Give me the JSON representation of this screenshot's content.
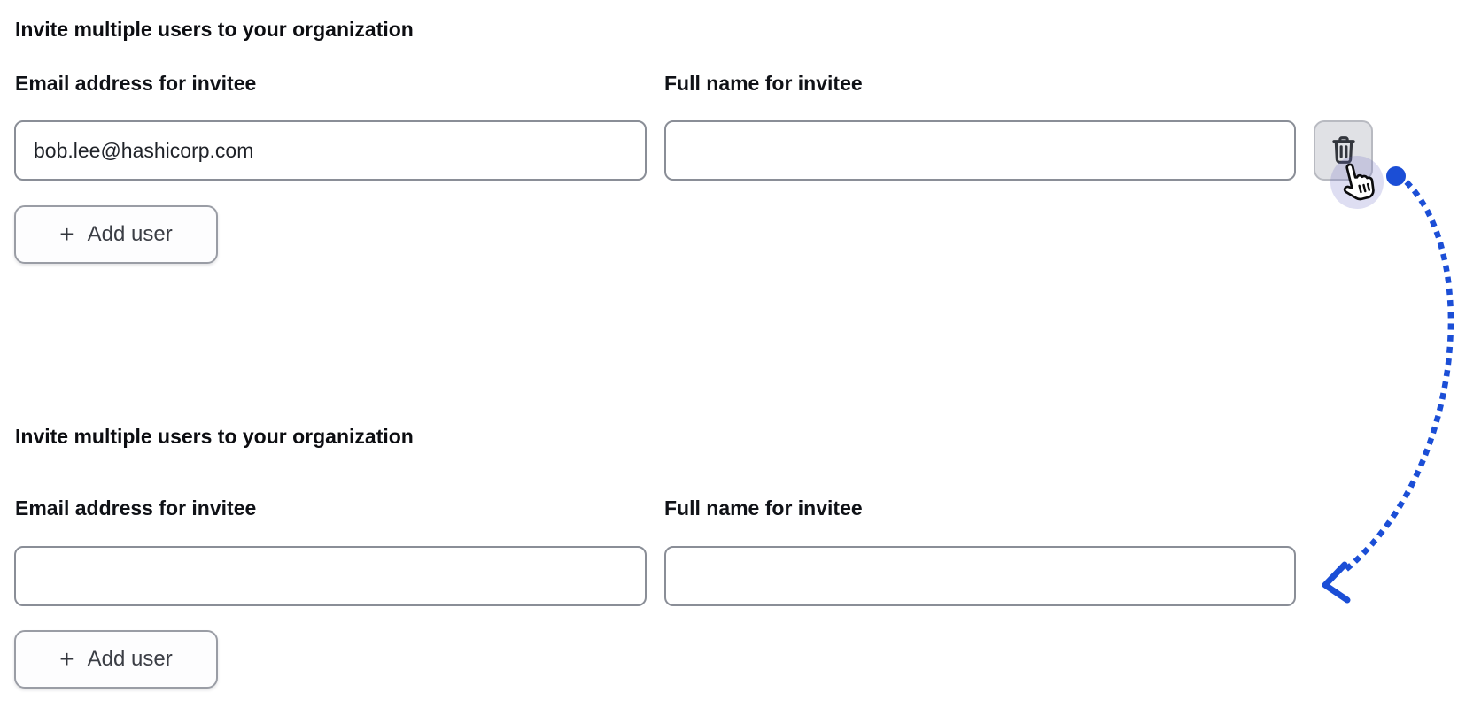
{
  "colors": {
    "annotation_blue": "#1b4ed6",
    "halo_lavender": "rgba(104,107,198,0.22)",
    "delete_button_bg": "#e0e1e5",
    "input_border": "#8a8e97"
  },
  "sections": [
    {
      "title": "Invite multiple users to your organization",
      "fields": [
        {
          "label": "Email address for invitee",
          "value": "bob.lee@hashicorp.com"
        },
        {
          "label": "Full name for invitee",
          "value": ""
        }
      ],
      "delete_button": {
        "icon": "trash-icon"
      },
      "add_button": {
        "icon": "plus-icon",
        "plus_glyph": "+",
        "label": "Add user"
      }
    },
    {
      "title": "Invite multiple users to your organization",
      "fields": [
        {
          "label": "Email address for invitee",
          "value": ""
        },
        {
          "label": "Full name for invitee",
          "value": ""
        }
      ],
      "add_button": {
        "icon": "plus-icon",
        "plus_glyph": "+",
        "label": "Add user"
      }
    }
  ],
  "annotation": {
    "cursor_icon": "pointer-cursor-icon",
    "arrow_style": "dotted-curve",
    "arrow_color": "#1b4ed6"
  }
}
